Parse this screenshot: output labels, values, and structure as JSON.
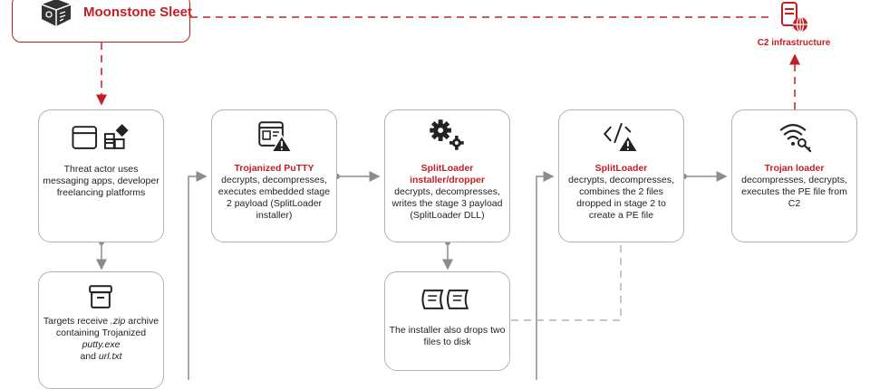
{
  "header": {
    "title": "Moonstone Sleet"
  },
  "c2": {
    "label": "C2 infrastructure"
  },
  "nodes": {
    "n1": {
      "body": "Threat actor uses messaging apps, developer freelancing platforms"
    },
    "n2": {
      "pre": "Targets receive ",
      "zip": ".zip",
      "mid": " archive containing Trojanized ",
      "exe": "putty.exe",
      "and": " and ",
      "txt": "url.txt"
    },
    "n3": {
      "title": "Trojanized PuTTY",
      "body": "decrypts, decompresses, executes embedded stage 2 payload (SplitLoader installer)"
    },
    "n4": {
      "title": "SplitLoader installer/dropper",
      "body": "decrypts, decompresses, writes the stage 3 payload (SplitLoader DLL)"
    },
    "n5": {
      "body": "The installer also drops two files to disk"
    },
    "n6": {
      "title": "SplitLoader",
      "body": "decrypts, decompresses, combines the 2 files dropped in stage 2 to create a PE file"
    },
    "n7": {
      "title": "Trojan loader",
      "body": "decompresses, decrypts, executes the PE file from C2"
    }
  },
  "colors": {
    "accent": "#c41e24",
    "border": "#b3b3b3",
    "connector": "#8c8c8c"
  },
  "icons": {
    "header": "hacker-logo-icon",
    "c2": "server-globe-icon",
    "n1": "window-apps-icon",
    "n2": "archive-box-icon",
    "n3": "window-warning-icon",
    "n4": "gears-icon",
    "n5": "scrolls-icon",
    "n6": "code-warning-icon",
    "n7": "wifi-key-icon"
  }
}
